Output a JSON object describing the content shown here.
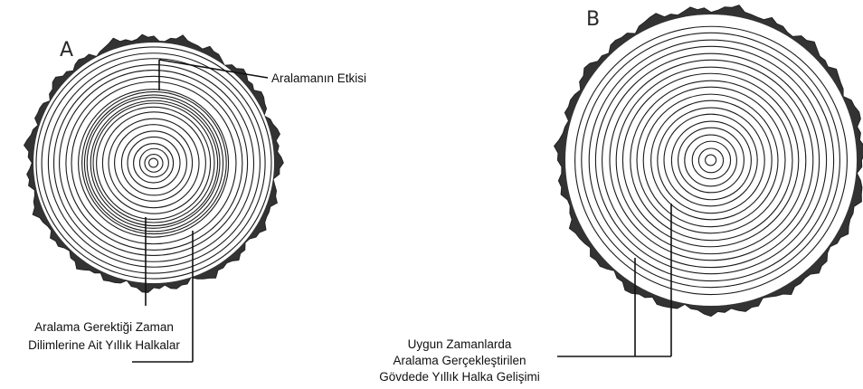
{
  "panels": [
    {
      "letter": "A",
      "labels": {
        "top": "Aralamanın Etkisi",
        "bottom_line1": "Aralama Gerektiği Zaman",
        "bottom_line2": "Dilimlerine Ait Yıllık Halkalar"
      }
    },
    {
      "letter": "B",
      "labels": {
        "line1": "Uygun Zamanlarda",
        "line2": "Aralama Gerçekleştirilen",
        "line3": "Gövdede Yıllık Halka Gelişimi"
      }
    }
  ],
  "colors": {
    "bark": "#333333",
    "ring": "#1a1a1a",
    "background": "#ffffff"
  }
}
